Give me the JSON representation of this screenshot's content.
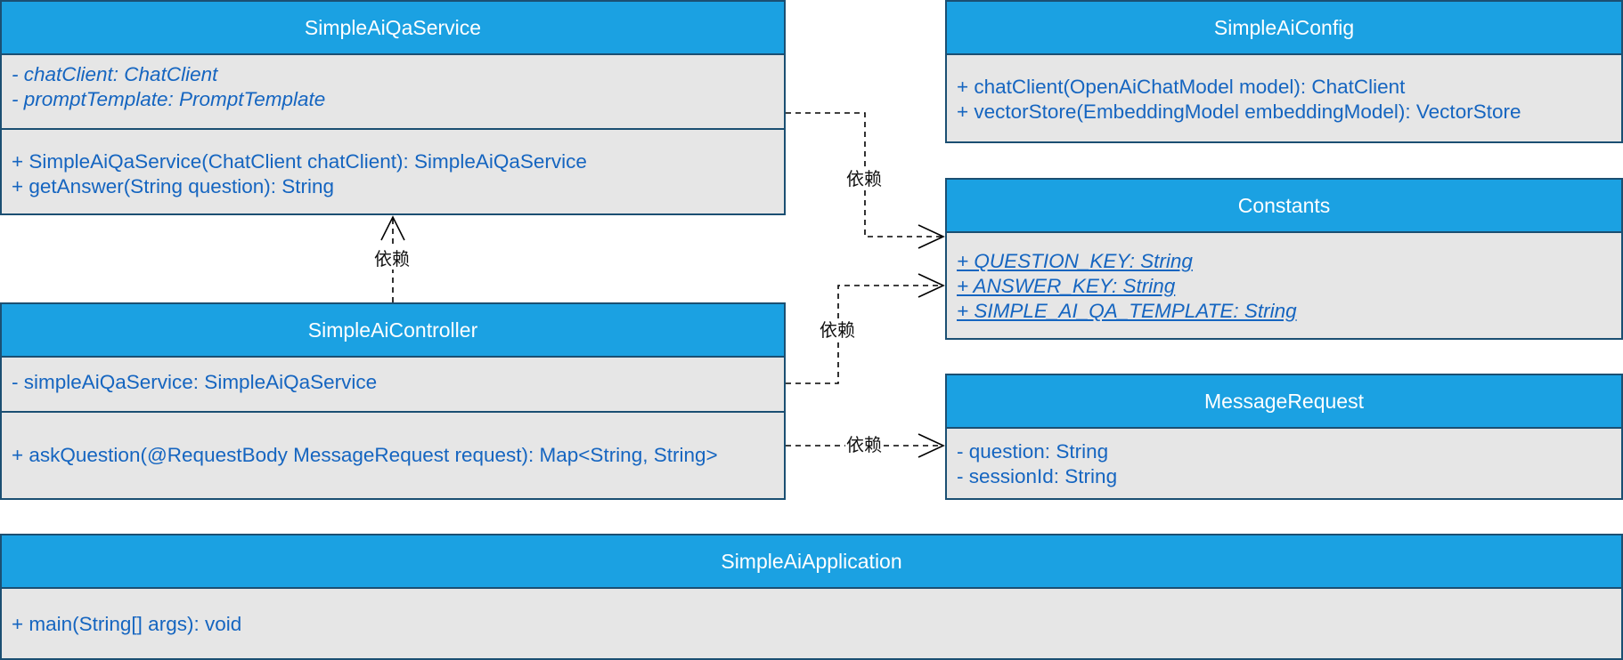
{
  "classes": {
    "service": {
      "name": "SimpleAiQaService",
      "attributes": [
        "- chatClient: ChatClient",
        "- promptTemplate: PromptTemplate"
      ],
      "methods": [
        "+ SimpleAiQaService(ChatClient chatClient): SimpleAiQaService",
        "+ getAnswer(String question): String"
      ]
    },
    "config": {
      "name": "SimpleAiConfig",
      "methods": [
        "+ chatClient(OpenAiChatModel model): ChatClient",
        "+ vectorStore(EmbeddingModel embeddingModel): VectorStore"
      ]
    },
    "constants": {
      "name": "Constants",
      "attributes": [
        "+ QUESTION_KEY: String",
        "+ ANSWER_KEY: String",
        "+ SIMPLE_AI_QA_TEMPLATE: String"
      ]
    },
    "controller": {
      "name": "SimpleAiController",
      "attributes": [
        "- simpleAiQaService: SimpleAiQaService"
      ],
      "methods": [
        "+ askQuestion(@RequestBody MessageRequest request): Map<String, String>"
      ]
    },
    "message_request": {
      "name": "MessageRequest",
      "attributes": [
        "- question: String",
        "- sessionId: String"
      ]
    },
    "application": {
      "name": "SimpleAiApplication",
      "methods": [
        "+ main(String[] args): void"
      ]
    }
  },
  "relations": [
    {
      "from": "SimpleAiController",
      "to": "SimpleAiQaService",
      "label": "依赖"
    },
    {
      "from": "SimpleAiQaService",
      "to": "Constants",
      "label": "依赖"
    },
    {
      "from": "SimpleAiController",
      "to": "Constants",
      "label": "依赖"
    },
    {
      "from": "SimpleAiController",
      "to": "MessageRequest",
      "label": "依赖"
    }
  ],
  "colors": {
    "header_fill": "#1ba1e2",
    "header_text": "#ffffff",
    "body_fill": "#e6e6e6",
    "member_text": "#1565c0",
    "border": "#1b4f72",
    "edge": "#000000"
  }
}
